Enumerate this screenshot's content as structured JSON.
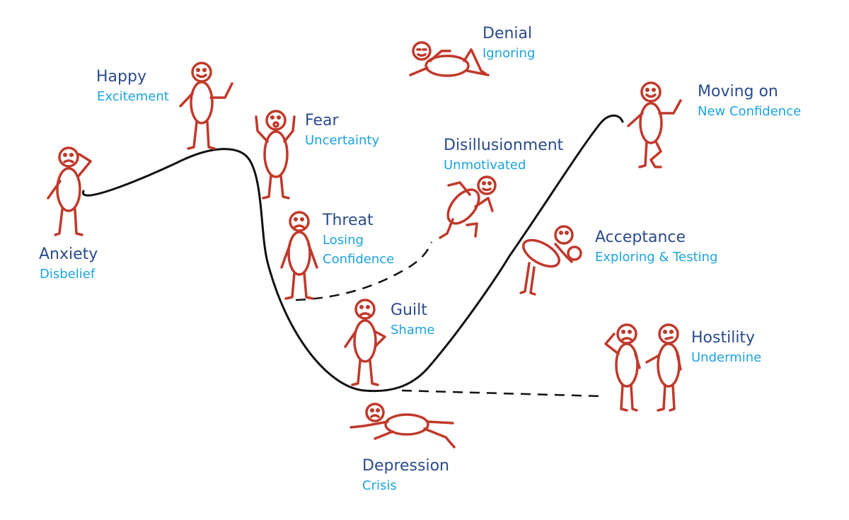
{
  "colors": {
    "figure": "#c0392b",
    "title": "#2b4b8b",
    "subtitle": "#1ca3e0",
    "curve": "#111111"
  },
  "stages": {
    "anxiety": {
      "title": "Anxiety",
      "subtitle": "Disbelief"
    },
    "happy": {
      "title": "Happy",
      "subtitle": "Excitement"
    },
    "fear": {
      "title": "Fear",
      "subtitle": "Uncertainty"
    },
    "threat": {
      "title": "Threat",
      "subtitle_lines": [
        "Losing",
        "Confidence"
      ]
    },
    "denial": {
      "title": "Denial",
      "subtitle": "Ignoring"
    },
    "disillusionment": {
      "title": "Disillusionment",
      "subtitle": "Unmotivated"
    },
    "guilt": {
      "title": "Guilt",
      "subtitle": "Shame"
    },
    "depression": {
      "title": "Depression",
      "subtitle": "Crisis"
    },
    "acceptance": {
      "title": "Acceptance",
      "subtitle": "Exploring & Testing"
    },
    "moving_on": {
      "title": "Moving on",
      "subtitle": "New Confidence"
    },
    "hostility": {
      "title": "Hostility",
      "subtitle": "Undermine"
    }
  }
}
